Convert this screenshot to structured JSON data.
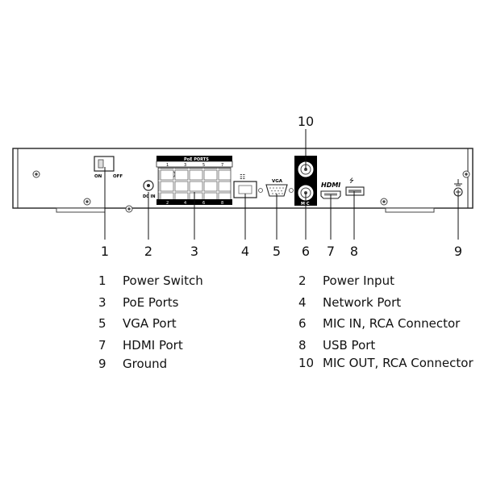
{
  "panel_labels": {
    "on": "ON",
    "off": "OFF",
    "dc_in": "DC IN",
    "poe_ports": "PoE PORTS",
    "vga": "VGA",
    "hdmi": "HDMI",
    "mic": "MIC",
    "port_numbers_top": [
      "1",
      "3",
      "5",
      "7"
    ],
    "port_numbers_bottom": [
      "2",
      "4",
      "6",
      "8"
    ]
  },
  "callouts": {
    "n1": "1",
    "n2": "2",
    "n3": "3",
    "n4": "4",
    "n5": "5",
    "n6": "6",
    "n7": "7",
    "n8": "8",
    "n9": "9",
    "n10": "10"
  },
  "legend": [
    {
      "num": "1",
      "label": "Power Switch"
    },
    {
      "num": "2",
      "label": "Power Input"
    },
    {
      "num": "3",
      "label": "PoE Ports"
    },
    {
      "num": "4",
      "label": "Network Port"
    },
    {
      "num": "5",
      "label": "VGA Port"
    },
    {
      "num": "6",
      "label": "MIC IN, RCA Connector"
    },
    {
      "num": "7",
      "label": "HDMI Port"
    },
    {
      "num": "8",
      "label": "USB Port"
    },
    {
      "num": "9",
      "label": "Ground"
    },
    {
      "num": "10",
      "label": "MIC OUT, RCA Connector"
    }
  ]
}
